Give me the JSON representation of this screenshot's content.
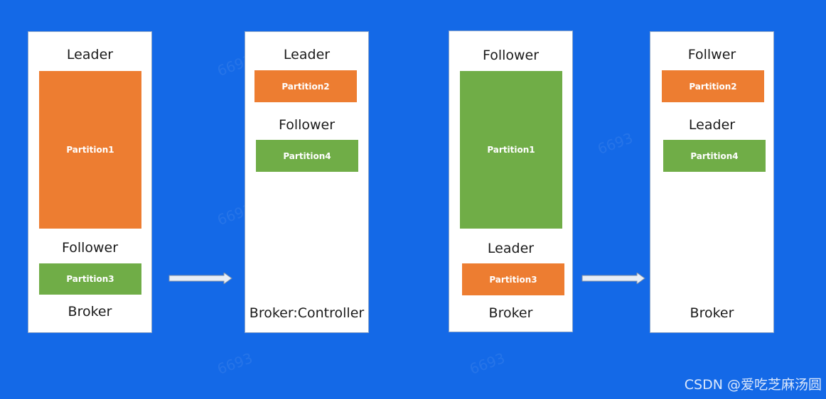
{
  "brokers": [
    {
      "labels": [
        "Leader",
        "Follower",
        "Broker"
      ],
      "partitions": [
        "Partition1",
        "Partition3"
      ]
    },
    {
      "labels": [
        "Leader",
        "Follower",
        "Broker:Controller"
      ],
      "partitions": [
        "Partition2",
        "Partition4"
      ]
    },
    {
      "labels": [
        "Follower",
        "Leader",
        "Broker"
      ],
      "partitions": [
        "Partition1",
        "Partition3"
      ]
    },
    {
      "labels": [
        "Follwer",
        "Leader",
        "Broker"
      ],
      "partitions": [
        "Partition2",
        "Partition4"
      ]
    }
  ],
  "colors": {
    "background": "#1469e7",
    "leader_partition": "#ed7d31",
    "follower_partition": "#70ad47"
  },
  "watermark": "6693",
  "credit": "CSDN @爱吃芝麻汤圆"
}
